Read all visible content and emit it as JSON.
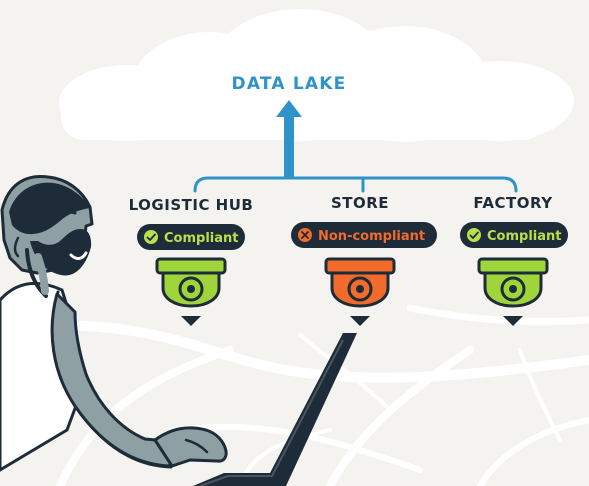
{
  "data_lake": {
    "title": "DATA LAKE"
  },
  "sites": [
    {
      "name": "LOGISTIC HUB",
      "status": "Compliant",
      "status_icon": "check-circle-icon",
      "status_color": "#a9d53a",
      "camera_color": "#9fd43b"
    },
    {
      "name": "STORE",
      "status": "Non-compliant",
      "status_icon": "x-circle-icon",
      "status_color": "#f26b2a",
      "camera_color": "#f26b2a"
    },
    {
      "name": "FACTORY",
      "status": "Compliant",
      "status_icon": "check-circle-icon",
      "status_color": "#a9d53a",
      "camera_color": "#9fd43b"
    }
  ],
  "colors": {
    "background": "#f4f3ef",
    "cloud": "#ffffff",
    "dark": "#1d2c38",
    "accent_blue": "#2f93c9",
    "ok": "#a9d53a",
    "bad": "#f26b2a"
  }
}
